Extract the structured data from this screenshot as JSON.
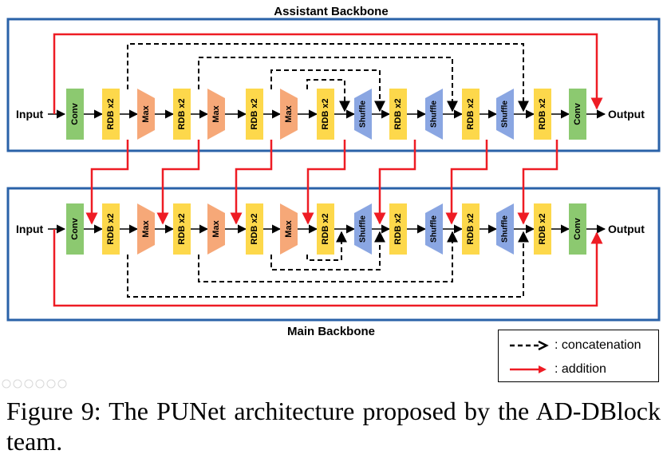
{
  "assistant": {
    "title": "Assistant Backbone",
    "input": "Input",
    "output": "Output",
    "blocks": [
      {
        "type": "conv",
        "label": "Conv"
      },
      {
        "type": "rdb",
        "label": "RDB x2"
      },
      {
        "type": "max",
        "label": "Max"
      },
      {
        "type": "rdb",
        "label": "RDB x2"
      },
      {
        "type": "max",
        "label": "Max"
      },
      {
        "type": "rdb",
        "label": "RDB x2"
      },
      {
        "type": "max",
        "label": "Max"
      },
      {
        "type": "rdb",
        "label": "RDB x2"
      },
      {
        "type": "shuffle",
        "label": "Shuffle"
      },
      {
        "type": "rdb",
        "label": "RDB x2"
      },
      {
        "type": "shuffle",
        "label": "Shuffle"
      },
      {
        "type": "rdb",
        "label": "RDB x2"
      },
      {
        "type": "shuffle",
        "label": "Shuffle"
      },
      {
        "type": "rdb",
        "label": "RDB x2"
      },
      {
        "type": "conv",
        "label": "Conv"
      }
    ]
  },
  "main": {
    "title": "Main Backbone",
    "input": "Input",
    "output": "Output",
    "blocks": [
      {
        "type": "conv",
        "label": "Conv"
      },
      {
        "type": "rdb",
        "label": "RDB x2"
      },
      {
        "type": "max",
        "label": "Max"
      },
      {
        "type": "rdb",
        "label": "RDB x2"
      },
      {
        "type": "max",
        "label": "Max"
      },
      {
        "type": "rdb",
        "label": "RDB x2"
      },
      {
        "type": "max",
        "label": "Max"
      },
      {
        "type": "rdb",
        "label": "RDB x2"
      },
      {
        "type": "shuffle",
        "label": "Shuffle"
      },
      {
        "type": "rdb",
        "label": "RDB x2"
      },
      {
        "type": "shuffle",
        "label": "Shuffle"
      },
      {
        "type": "rdb",
        "label": "RDB x2"
      },
      {
        "type": "shuffle",
        "label": "Shuffle"
      },
      {
        "type": "rdb",
        "label": "RDB x2"
      },
      {
        "type": "conv",
        "label": "Conv"
      }
    ]
  },
  "legend": {
    "concat_label": ": concatenation",
    "add_label": ": addition"
  },
  "caption": "Figure 9:  The PUNet architecture proposed by the AD-DBlock team.",
  "colors": {
    "frame": "#2a62a8",
    "conv": "#8cc970",
    "rdb": "#fdd84b",
    "max": "#f6a878",
    "shuffle": "#8aa6e2",
    "addition": "#ee1c24",
    "concatenation": "#000000"
  }
}
